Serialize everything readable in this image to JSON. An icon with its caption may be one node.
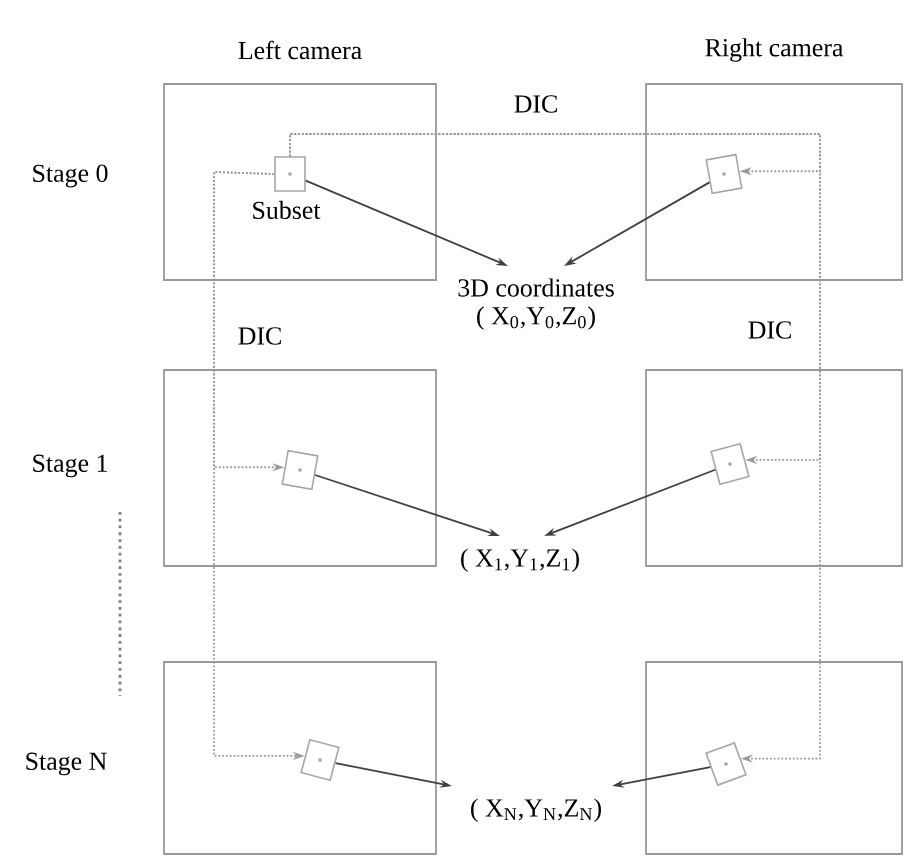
{
  "diagram": {
    "nodes": [
      {
        "text": [],
        "shape": "box"
      },
      {
        "text": [],
        "shape": "box"
      },
      {
        "text": [],
        "shape": "box"
      },
      {
        "text": [],
        "shape": "box"
      },
      {
        "text": [],
        "shape": "box"
      },
      {
        "text": [],
        "shape": "box"
      },
      {
        "text": [],
        "shape": "box",
        "in": 0,
        "beside": [
          "Subset"
        ]
      },
      {
        "text": [],
        "shape": "box",
        "in": 1
      },
      {
        "text": [],
        "shape": "box",
        "in": 2
      },
      {
        "text": [],
        "shape": "box",
        "in": 3
      },
      {
        "text": [],
        "shape": "box",
        "in": 4
      },
      {
        "text": [],
        "shape": "box",
        "in": 5
      },
      {
        "text": [
          "3D coordinates",
          "( X$_{0}$,Y$_{0}$,Z$_{0}$)"
        ]
      },
      {
        "text": [
          "( X$_{1}$,Y$_{1}$,Z$_{1}$)"
        ]
      },
      {
        "text": [
          "( X$_{N}$,Y$_{N}$,Z$_{N}$)"
        ]
      }
    ],
    "edges": [
      {
        "from": 6,
        "to": 12,
        "arrow": "to"
      },
      {
        "from": 7,
        "to": 12,
        "arrow": "to"
      },
      {
        "from": 8,
        "to": 13,
        "arrow": "to"
      },
      {
        "from": 9,
        "to": 13,
        "arrow": "to"
      },
      {
        "from": 10,
        "to": 14,
        "arrow": "to"
      },
      {
        "from": 11,
        "to": 14,
        "arrow": "to"
      },
      {
        "from": 6,
        "to": 7,
        "arrow": "to",
        "style": "dashed",
        "label": "DIC"
      },
      {
        "from": 6,
        "to": 8,
        "arrow": "to",
        "style": "dashed",
        "label": "DIC"
      },
      {
        "from": 6,
        "to": 10,
        "arrow": "to",
        "style": "dashed"
      },
      {
        "from": 6,
        "to": 9,
        "arrow": "to",
        "style": "dashed",
        "label": "DIC"
      },
      {
        "from": 6,
        "to": 11,
        "arrow": "to",
        "style": "dashed"
      }
    ],
    "labels": [
      "Left camera",
      "Right camera",
      "Stage 0",
      "Stage 1",
      "Stage N"
    ]
  }
}
